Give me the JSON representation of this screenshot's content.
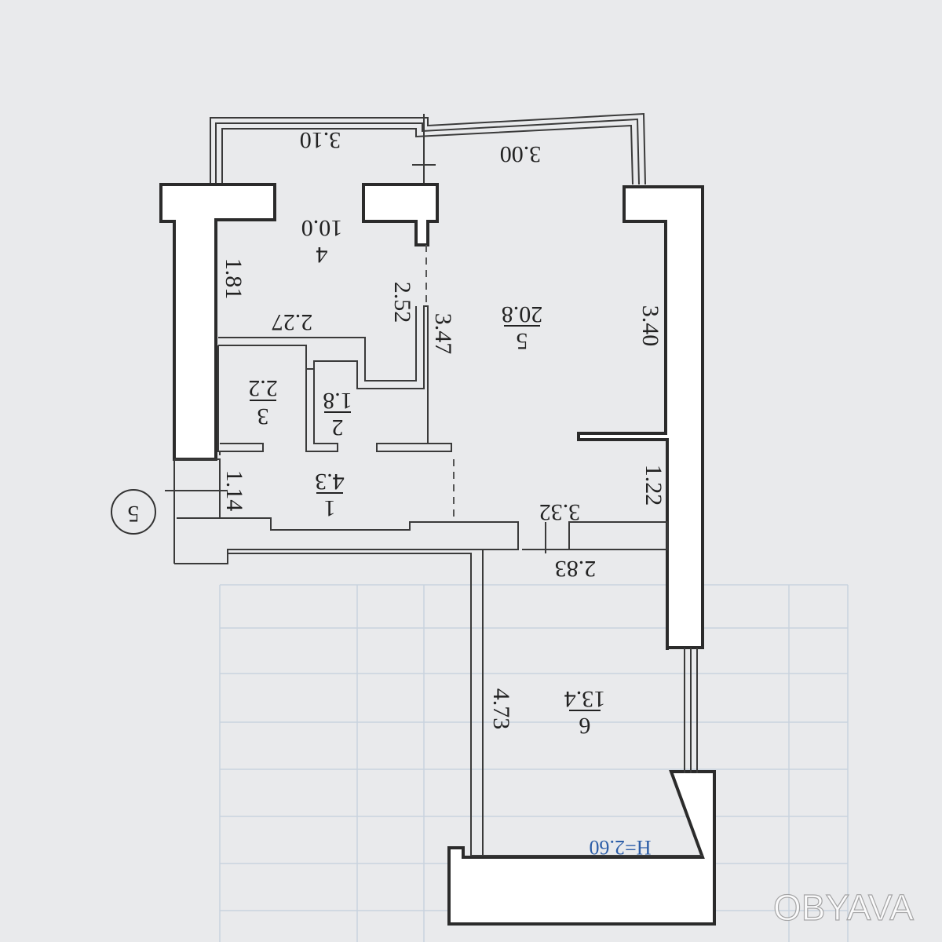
{
  "height_label": "H=2.60",
  "axis_marker": "5",
  "watermark": "OBYAVA",
  "rooms": [
    {
      "id": "1",
      "area": "4.3"
    },
    {
      "id": "2",
      "area": "1.8"
    },
    {
      "id": "3",
      "area": "2.2"
    },
    {
      "id": "4",
      "area": "10.0"
    },
    {
      "id": "5",
      "area": "20.8"
    },
    {
      "id": "6",
      "area": "13.4"
    }
  ],
  "dimensions": {
    "balcony_left": "3.10",
    "balcony_right": "3.00",
    "room4_left": "1.81",
    "room4_bottom": "2.27",
    "room4_right": "2.52",
    "room5_left": "3.47",
    "room5_right": "3.40",
    "hall_left": "1.14",
    "hall_right": "1.22",
    "hall_bottom": "3.32",
    "room6_top": "2.83",
    "room6_left": "4.73"
  }
}
